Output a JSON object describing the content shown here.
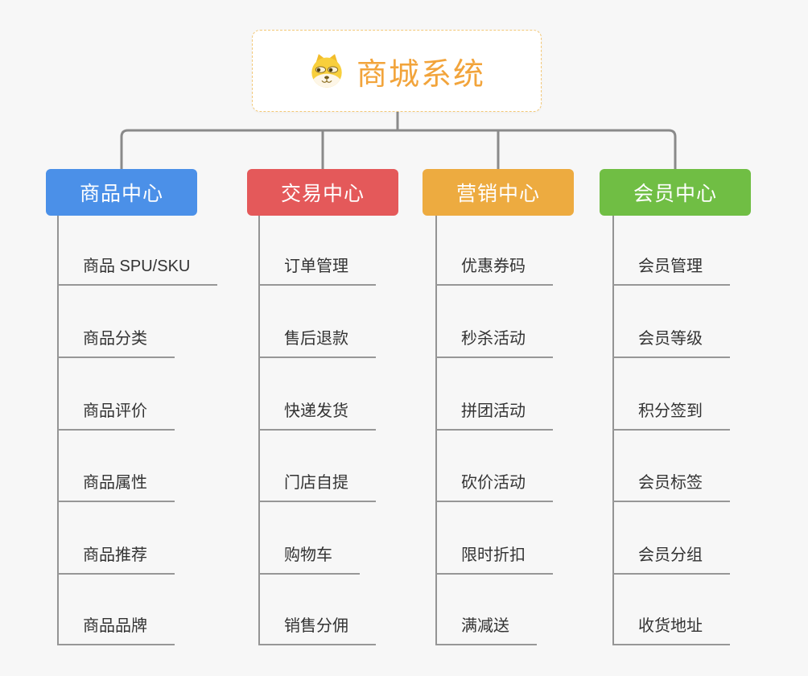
{
  "page": {
    "background": "#f7f7f7",
    "connector_color": "#8A8A8A",
    "line_color": "#979797"
  },
  "root": {
    "title": "商城系统",
    "title_color": "#F2A43B",
    "border_color": "#F3C878",
    "icon": "doge-icon"
  },
  "branches": [
    {
      "label": "商品中心",
      "color": "#4B90E8",
      "items": [
        "商品 SPU/SKU",
        "商品分类",
        "商品评价",
        "商品属性",
        "商品推荐",
        "商品品牌"
      ]
    },
    {
      "label": "交易中心",
      "color": "#E4595A",
      "items": [
        "订单管理",
        "售后退款",
        "快递发货",
        "门店自提",
        "购物车",
        "销售分佣"
      ]
    },
    {
      "label": "营销中心",
      "color": "#EDAB40",
      "items": [
        "优惠券码",
        "秒杀活动",
        "拼团活动",
        "砍价活动",
        "限时折扣",
        "满减送"
      ]
    },
    {
      "label": "会员中心",
      "color": "#70BE44",
      "items": [
        "会员管理",
        "会员等级",
        "积分签到",
        "会员标签",
        "会员分组",
        "收货地址"
      ]
    }
  ]
}
